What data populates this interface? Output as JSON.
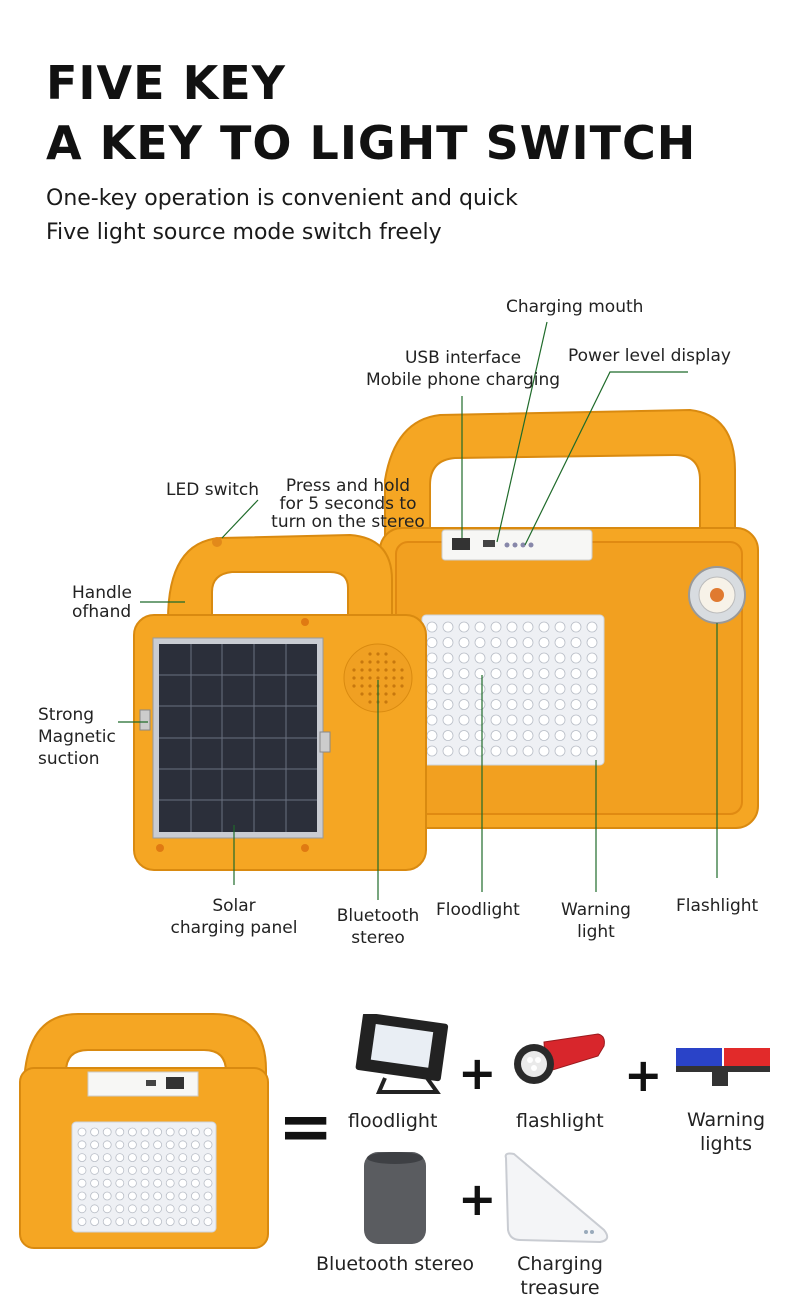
{
  "header": {
    "title_line1": "FIVE KEY",
    "title_line2": "A KEY TO LIGHT SWITCH",
    "subtitle_line1": "One-key operation is convenient and quick",
    "subtitle_line2": "Five light source mode switch freely"
  },
  "callouts": {
    "charging_mouth": "Charging mouth",
    "usb_interface": "USB interface\nMobile phone charging",
    "power_level": "Power level display",
    "led_switch": "LED switch",
    "press_hold": "Press and hold\nfor 5 seconds to\nturn on the stereo",
    "handle": "Handle\nofhand",
    "magnetic": "Strong\nMagnetic\nsuction",
    "solar_panel": "Solar\ncharging panel",
    "bluetooth_stereo": "Bluetooth\nstereo",
    "floodlight": "Floodlight",
    "warning_light": "Warning\nlight",
    "flashlight": "Flashlight"
  },
  "equation": {
    "equals": "=",
    "plus": "+",
    "items": {
      "floodlight": "floodlight",
      "flashlight": "flashlight",
      "warning_lights": "Warning\nlights",
      "bluetooth_stereo": "Bluetooth stereo",
      "charging_treasure": "Charging\ntreasure"
    }
  },
  "colors": {
    "body_orange": "#f5a623",
    "dark_orange": "#e08a12",
    "solar_panel": "#2b2f3a",
    "led_white": "#f1f3f6",
    "line": "#1f6b2a"
  }
}
